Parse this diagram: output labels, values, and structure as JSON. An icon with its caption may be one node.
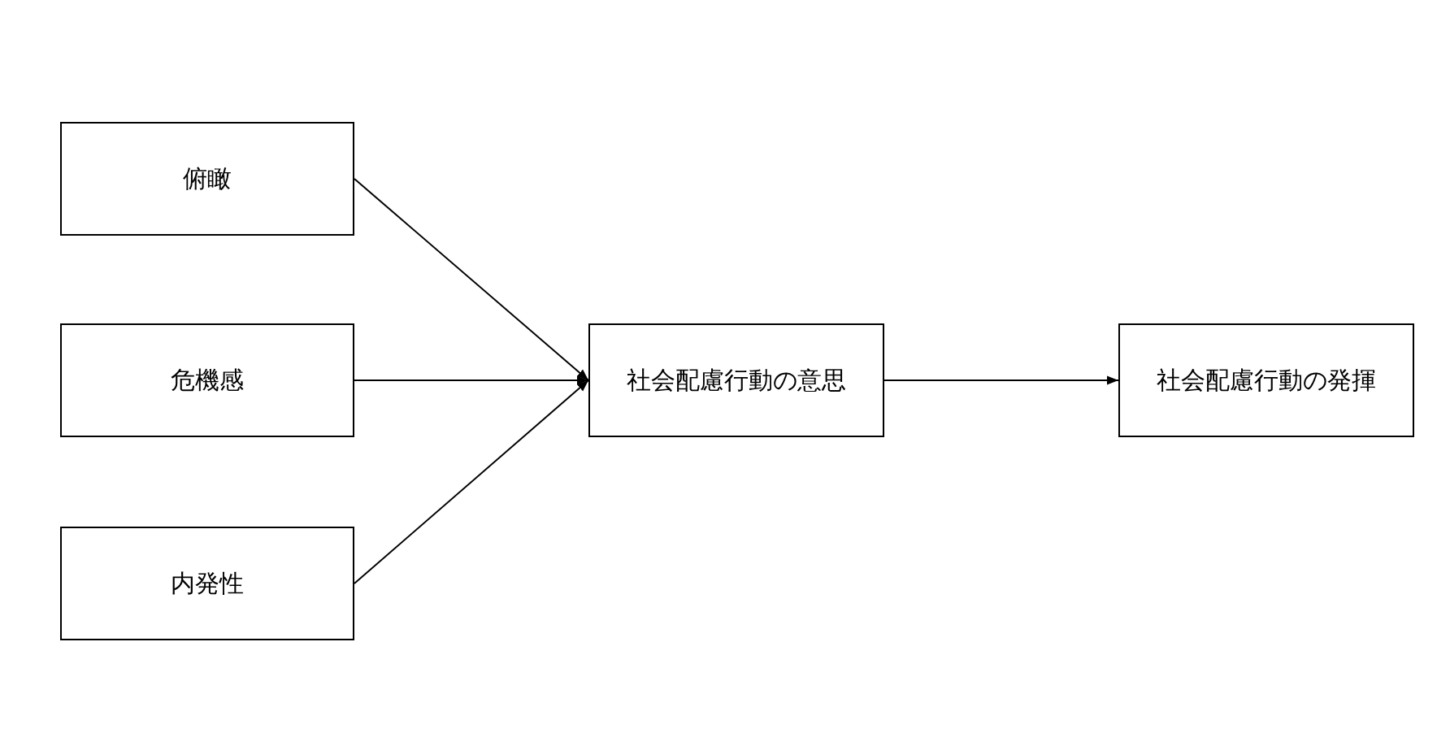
{
  "diagram": {
    "nodes": [
      {
        "text": [
          "俯瞰"
        ]
      },
      {
        "text": [
          "危機感"
        ]
      },
      {
        "text": [
          "内発性"
        ]
      },
      {
        "text": [
          "社会配慮行動の意思"
        ]
      },
      {
        "text": [
          "社会配慮行動の発揮"
        ]
      }
    ],
    "edges": [
      {
        "from": 0,
        "to": 3,
        "arrow": "to"
      },
      {
        "from": 1,
        "to": 3,
        "arrow": "to"
      },
      {
        "from": 2,
        "to": 3,
        "arrow": "to"
      },
      {
        "from": 3,
        "to": 4,
        "arrow": "to"
      }
    ]
  }
}
